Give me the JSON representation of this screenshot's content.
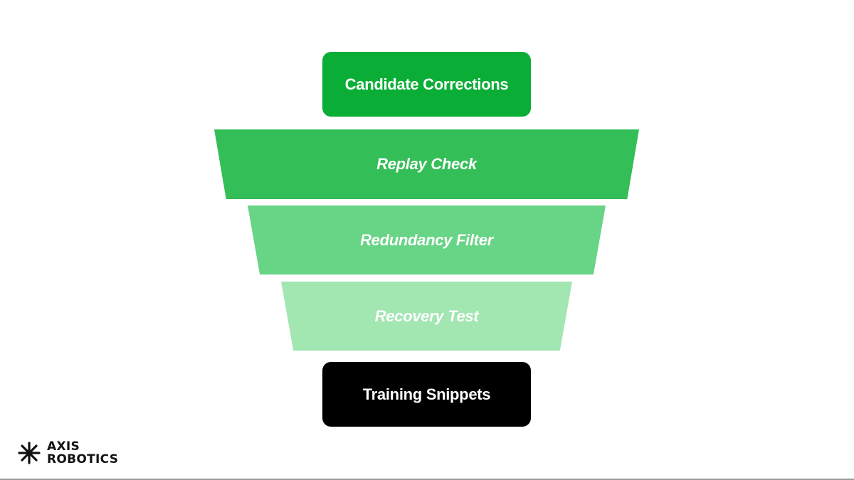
{
  "funnel": {
    "top": {
      "label": "Candidate Corrections",
      "color": "#0aae36"
    },
    "stages": [
      {
        "label": "Replay Check",
        "color": "#34be57"
      },
      {
        "label": "Redundancy Filter",
        "color": "#68d485"
      },
      {
        "label": "Recovery Test",
        "color": "#a2e6b2"
      }
    ],
    "bottom": {
      "label": "Training Snippets",
      "color": "#000000"
    }
  },
  "logo": {
    "line1": "AXIS",
    "line2": "ROBOTICS",
    "icon": "starburst-icon"
  }
}
